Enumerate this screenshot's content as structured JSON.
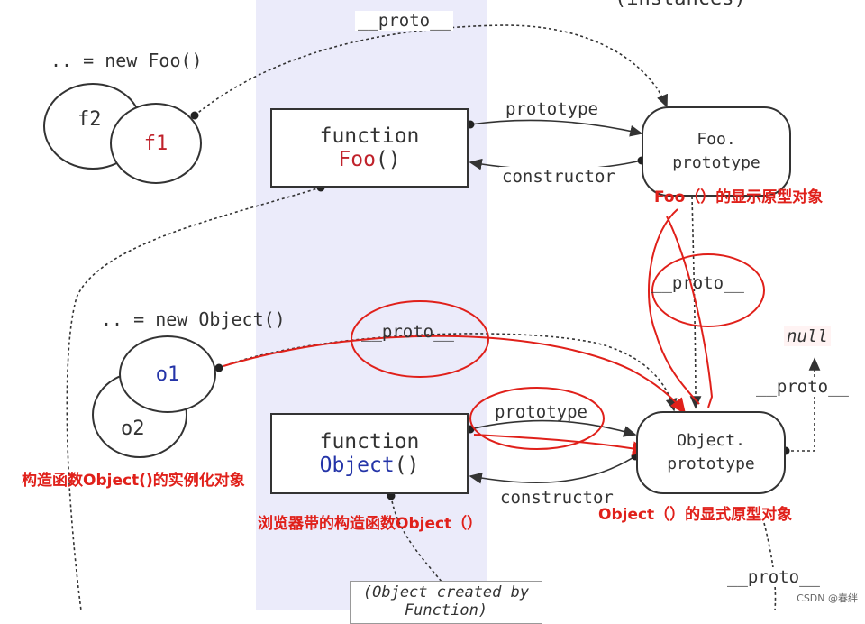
{
  "header_partial": "(instances)",
  "foo_instance_caption": ".. = new Foo()",
  "object_instance_caption": ".. = new Object()",
  "instances": {
    "f2": "f2",
    "f1": "f1",
    "o1": "o1",
    "o2": "o2"
  },
  "foo_function": {
    "keyword": "function",
    "name": "Foo",
    "parens": "()"
  },
  "object_function": {
    "keyword": "function",
    "name": "Object",
    "parens": "()"
  },
  "foo_prototype": {
    "line1": "Foo.",
    "line2": "prototype"
  },
  "object_prototype": {
    "line1": "Object.",
    "line2": "prototype"
  },
  "null_label": "null",
  "edge_labels": {
    "proto": "__proto__",
    "prototype": "prototype",
    "constructor": "constructor"
  },
  "object_created_by": {
    "line1": "(Object created by",
    "line2": "Function)"
  },
  "annotations": {
    "foo_prototype_note": "Foo（）的显示原型对象",
    "object_instance_note": "构造函数Object()的实例化对象",
    "object_constructor_note": "浏览器带的构造函数Object（）",
    "object_prototype_note": "Object（）的显式原型对象"
  },
  "colors": {
    "annotation": "#e0201a",
    "foo_name": "#c0222b",
    "object_name": "#2434a8",
    "band": "#ebebfa"
  },
  "watermark": "CSDN @春絆"
}
